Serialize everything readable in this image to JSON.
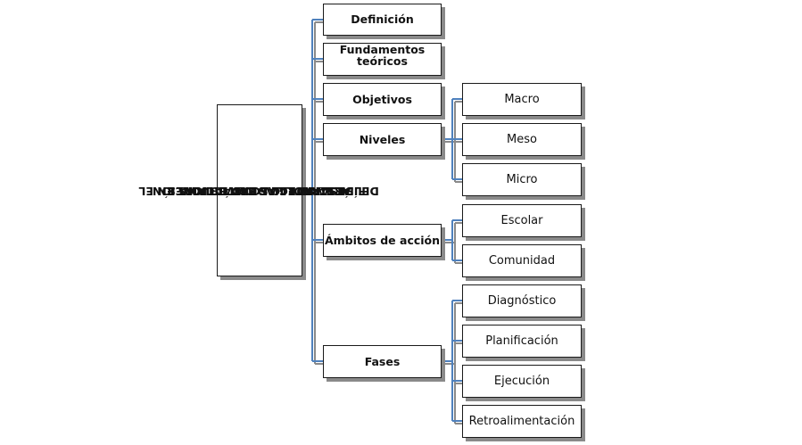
{
  "diagram": {
    "root": {
      "lines": [
        "ESTRATEGIAS DIDÁCTICAS EN EL",
        "DESARROLLO DE LA EDUCACIÓN",
        "FÍSICA ANTE LAS LIMITACIONES",
        "DEL ÁREA RURAL ECUATORIANA"
      ]
    },
    "level1": [
      {
        "label": "Definición",
        "children": []
      },
      {
        "label": "Fundamentos teóricos",
        "children": []
      },
      {
        "label": "Objetivos",
        "children": []
      },
      {
        "label": "Niveles",
        "children": [
          "Macro",
          "Meso",
          "Micro"
        ]
      },
      {
        "label": "Ámbitos de acción",
        "children": [
          "Escolar",
          "Comunidad"
        ]
      },
      {
        "label": "Fases",
        "children": [
          "Diagnóstico",
          "Planificación",
          "Ejecución",
          "Retroalimentación"
        ]
      }
    ],
    "colors": {
      "connector": "#4f81bd",
      "connector_shadow": "#8a8a8a",
      "box_border": "#1a1a1a",
      "box_shadow": "#8a8a8a"
    }
  }
}
